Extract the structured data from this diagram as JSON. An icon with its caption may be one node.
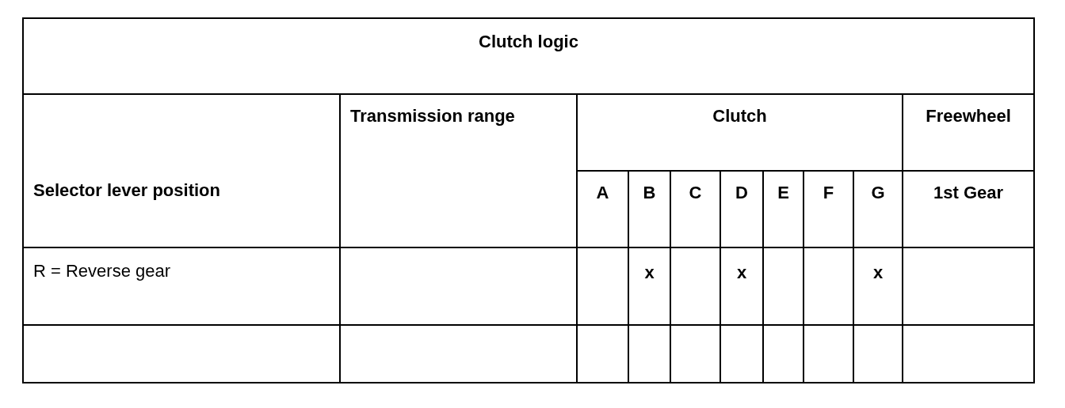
{
  "diagram": {
    "title": "Clutch logic",
    "labels": [
      "Transmission range",
      "Clutch",
      "Freewheel",
      "Selector lever position",
      "A",
      "B",
      "C",
      "D",
      "E",
      "F",
      "G",
      "1st Gear",
      "R = Reverse gear",
      "x",
      "x",
      "x"
    ]
  }
}
